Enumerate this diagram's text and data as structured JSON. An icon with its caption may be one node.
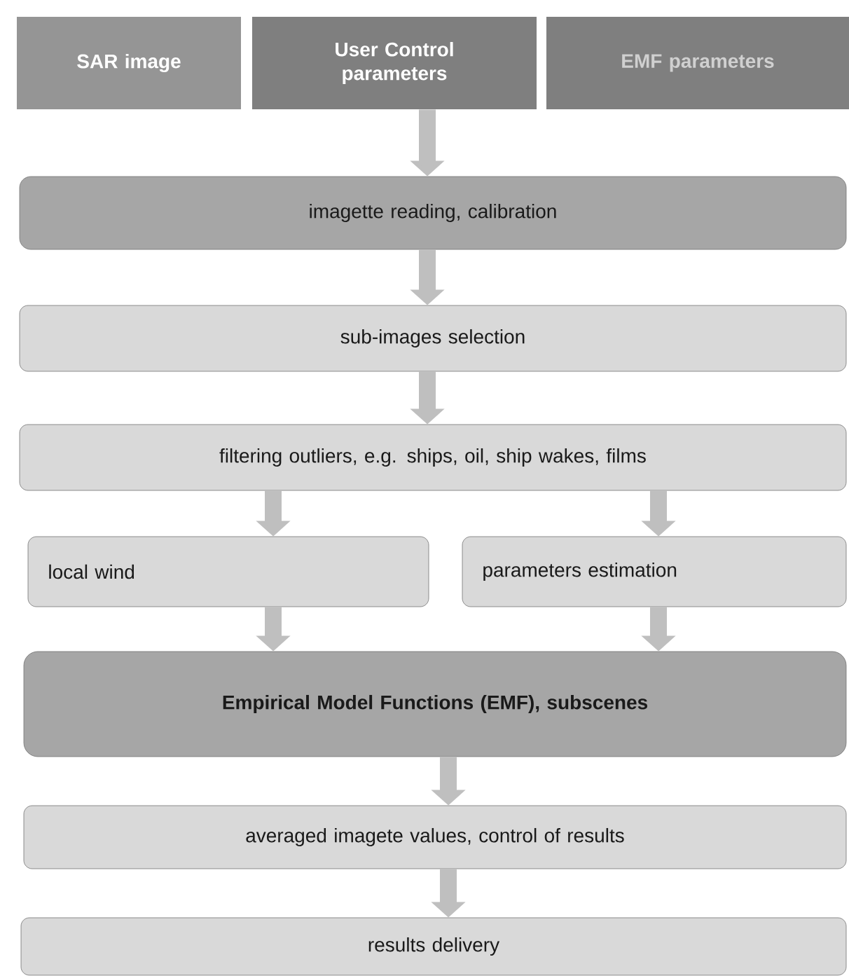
{
  "diagram": {
    "nodes": [
      {
        "text": [
          "SAR image"
        ]
      },
      {
        "text": [
          "User Control parameters"
        ]
      },
      {
        "text": [
          "EMF parameters"
        ]
      },
      {
        "text": [
          "imagette reading, calibration"
        ]
      },
      {
        "text": [
          "sub-images  selection"
        ]
      },
      {
        "text": [
          "filtering outliers,  e.g. ships, oil, ship wakes, films"
        ]
      },
      {
        "text": [
          "local wind"
        ]
      },
      {
        "text": [
          "parameters   estimation"
        ]
      },
      {
        "text": [
          "Empirical  Model  Functions  (EMF), subscenes"
        ]
      },
      {
        "text": [
          "averaged imagete values, control of  results"
        ]
      },
      {
        "text": [
          "results  delivery"
        ]
      }
    ],
    "edges": [
      {
        "from": 1,
        "to": 3,
        "arrow": "to"
      },
      {
        "from": 3,
        "to": 4,
        "arrow": "to"
      },
      {
        "from": 4,
        "to": 5,
        "arrow": "to"
      },
      {
        "from": 5,
        "to": 6,
        "arrow": "to"
      },
      {
        "from": 5,
        "to": 7,
        "arrow": "to"
      },
      {
        "from": 6,
        "to": 8,
        "arrow": "to"
      },
      {
        "from": 7,
        "to": 8,
        "arrow": "to"
      },
      {
        "from": 8,
        "to": 9,
        "arrow": "to"
      },
      {
        "from": 9,
        "to": 10,
        "arrow": "to"
      }
    ]
  }
}
